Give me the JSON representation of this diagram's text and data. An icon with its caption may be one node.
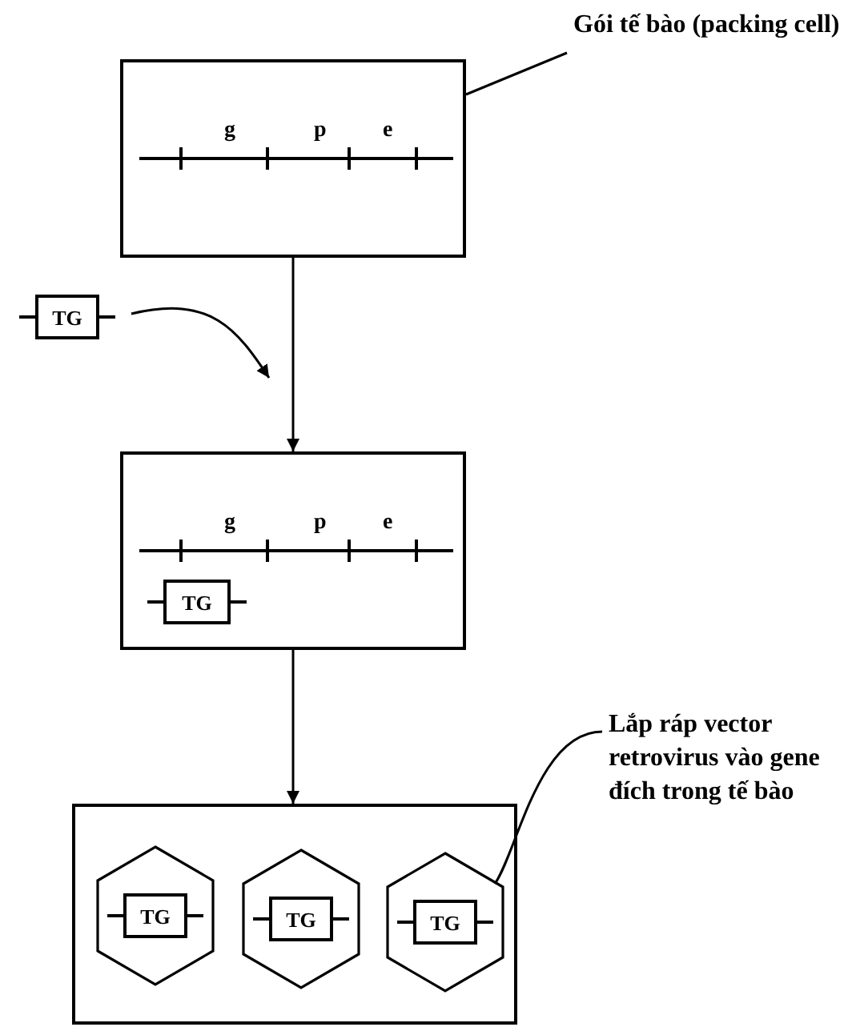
{
  "diagram": {
    "nodes": [
      {
        "text": [
          "Gói tế bào (packing cell)"
        ]
      },
      {
        "text": [
          "g",
          "p",
          "e"
        ]
      },
      {
        "text": [
          "TG"
        ]
      },
      {
        "text": [
          "g",
          "p",
          "e"
        ]
      },
      {
        "text": [
          "TG"
        ],
        "in": 3
      },
      {
        "text": [
          "Lắp ráp vector retrovirus vào gene đích trong tế bào"
        ]
      },
      {
        "text": [],
        "shape": "box"
      },
      {
        "text": [],
        "shape": "hexagon",
        "in": 6
      },
      {
        "text": [
          "TG"
        ],
        "in": 7
      },
      {
        "text": [],
        "shape": "hexagon",
        "in": 6
      },
      {
        "text": [
          "TG"
        ],
        "in": 9
      },
      {
        "text": [],
        "shape": "hexagon",
        "in": 6
      },
      {
        "text": [
          "TG"
        ],
        "in": 11
      }
    ],
    "edges": [
      {
        "from": 0,
        "to": 1,
        "arrow": "none"
      },
      {
        "from": 1,
        "to": 3,
        "arrow": "to"
      },
      {
        "from": 2,
        "to": null,
        "arrow": "to"
      },
      {
        "from": 3,
        "to": 6,
        "arrow": "to"
      },
      {
        "from": 5,
        "to": 11,
        "arrow": "none"
      }
    ]
  }
}
